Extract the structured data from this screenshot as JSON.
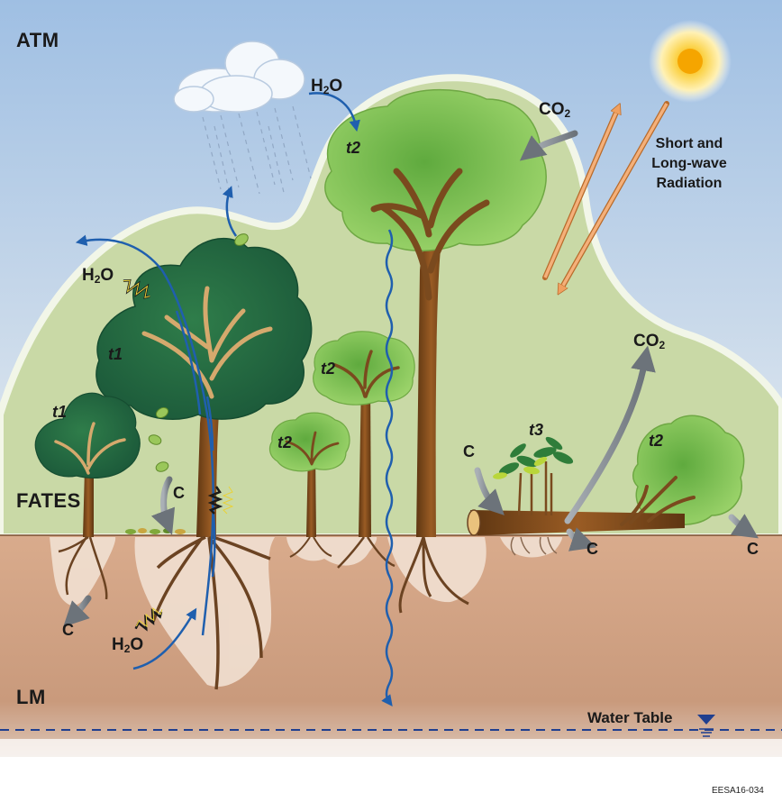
{
  "zones": {
    "atm": "ATM",
    "fates": "FATES",
    "lm": "LM"
  },
  "flux_labels": {
    "h2o_sub": "2",
    "h2o_prefix": "H",
    "h2o_suffix": "O",
    "co2_prefix": "CO",
    "co2_sub": "2",
    "carbon": "C"
  },
  "radiation": {
    "line1": "Short and",
    "line2": "Long-wave",
    "line3": "Radiation"
  },
  "tree_tags": {
    "t1": "t1",
    "t2": "t2",
    "t3": "t3"
  },
  "water_table": {
    "label": "Water Table"
  },
  "figure_code": "EESA16-034",
  "colors": {
    "sky_top": "#9fbfe3",
    "sky_bottom": "#e8eef2",
    "canopy_zone": "#c9d9a6",
    "soil": "#d6a688",
    "soil_deep": "#c69678",
    "trunk": "#7a4a1e",
    "dark_canopy": "#1f6b42",
    "light_canopy": "#8cc85a",
    "water_arrow": "#1f5fae",
    "carbon_arrow": "#8a9096",
    "radiation_arrow": "#f0a060",
    "water_table": "#1f3f8f"
  },
  "icons": [
    "cloud-icon",
    "rain-icon",
    "sun-icon",
    "leaf-icon",
    "water-table-icon",
    "resistance-icon"
  ]
}
